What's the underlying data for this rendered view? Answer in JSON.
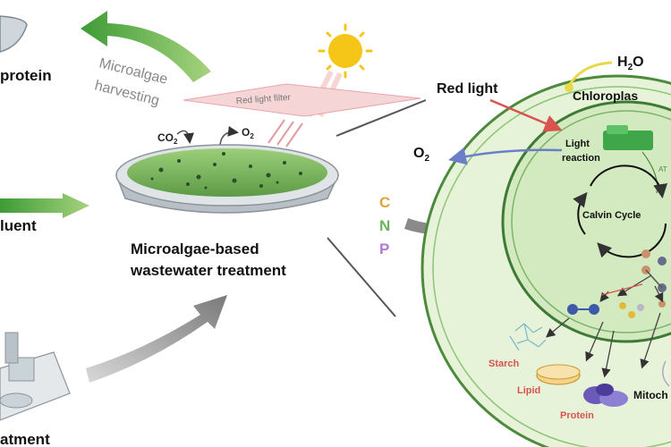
{
  "labels": {
    "protein_top": "protein",
    "harvesting_line1": "Microalgae",
    "harvesting_line2": "harvesting",
    "red_light_filter": "Red light filter",
    "co2_main": "CO",
    "co2_sub": "2",
    "o2_main": "O",
    "o2_sub": "2",
    "effluent": "luent",
    "treatment_line1": "Microalgae-based",
    "treatment_line2": "wastewater treatment",
    "influent": "Influent",
    "conventional": "atment",
    "cell_red_light": "Red light",
    "h2o_main": "H",
    "h2o_sub": "2",
    "h2o_end": "O",
    "chloroplast": "Chloroplas",
    "cell_o2_main": "O",
    "cell_o2_sub": "2",
    "light_reaction_1": "Light",
    "light_reaction_2": "reaction",
    "calvin_cycle": "Calvin Cycle",
    "nutrient_c": "C",
    "nutrient_n": "N",
    "nutrient_p": "P",
    "starch": "Starch",
    "lipid": "Lipid",
    "protein_cell": "Protein",
    "mitochondria": "Mitoch",
    "atp_hint": "AT"
  },
  "colors": {
    "green_arrow": "#4caf3f",
    "gray_arrow": "#8a8a8a",
    "cell_fill": "#e7f3d8",
    "cell_stroke": "#4c8a3c",
    "sun": "#f5c518",
    "nutrient_c": "#e1a23a",
    "nutrient_n": "#6fb15a",
    "nutrient_p": "#b07ad0",
    "red_arrow": "#d9534f",
    "blue_arrow": "#6b7fc9"
  }
}
